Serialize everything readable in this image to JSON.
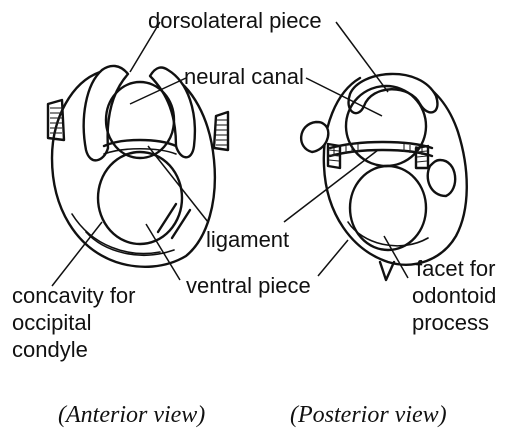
{
  "labels": {
    "dorsolateral_piece": "dorsolateral piece",
    "neural_canal": "neural canal",
    "ligament": "ligament",
    "ventral_piece": "ventral piece",
    "concavity": [
      "concavity for",
      "occipital",
      "condyle"
    ],
    "facet": [
      "facet for",
      "odontoid",
      "process"
    ]
  },
  "captions": {
    "anterior": "(Anterior view)",
    "posterior": "(Posterior view)"
  }
}
